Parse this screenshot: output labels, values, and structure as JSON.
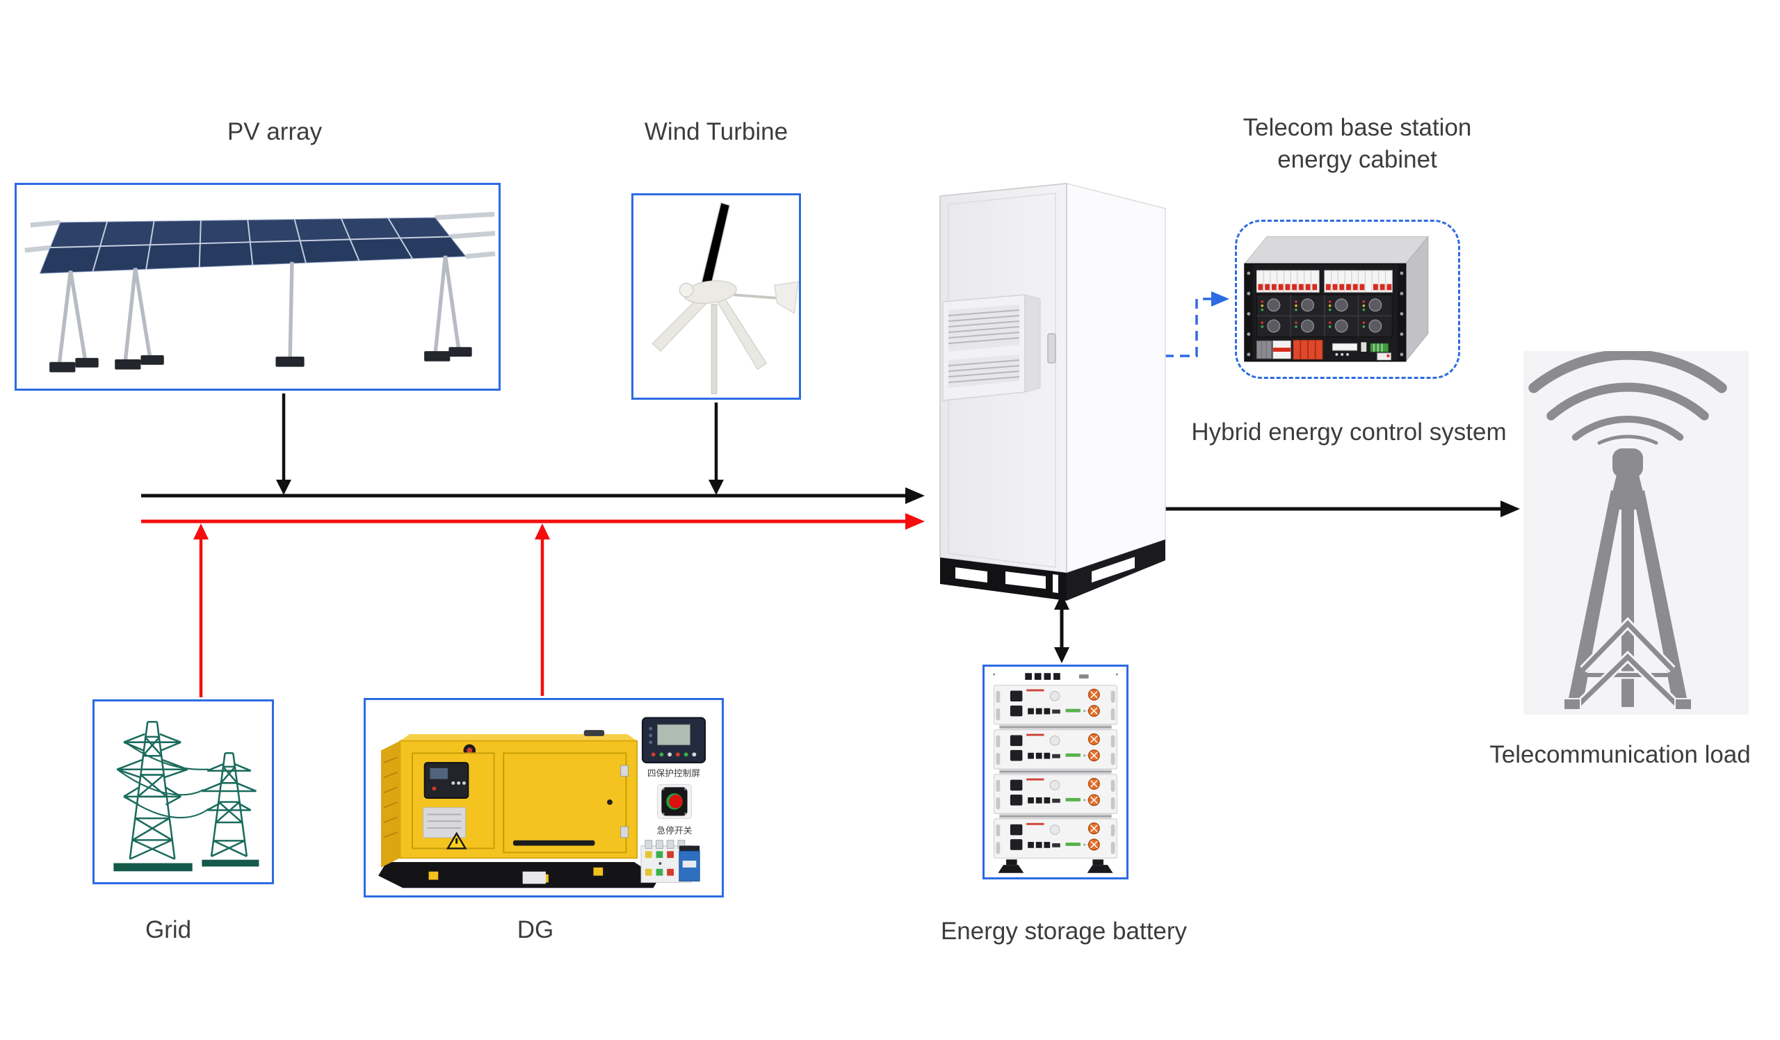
{
  "nodes": {
    "pv": {
      "label": "PV array"
    },
    "wind": {
      "label": "Wind Turbine"
    },
    "cabinet": {
      "label_line1": "Telecom base station",
      "label_line2": "energy cabinet"
    },
    "control": {
      "label": "Hybrid energy control system"
    },
    "grid": {
      "label": "Grid"
    },
    "dg": {
      "label": "DG",
      "controller_label": "四保护控制屏",
      "estop_label": "急停开关"
    },
    "battery": {
      "label": "Energy storage battery"
    },
    "load": {
      "label": "Telecommunication load"
    }
  },
  "connections": [
    {
      "from": "PV array",
      "to": "black bus line",
      "style": "black-arrow"
    },
    {
      "from": "Wind Turbine",
      "to": "black bus line",
      "style": "black-arrow"
    },
    {
      "from": "Grid",
      "to": "red bus line",
      "style": "red-arrow"
    },
    {
      "from": "DG",
      "to": "red bus line",
      "style": "red-arrow"
    },
    {
      "from": "black bus line",
      "to": "Telecom base station energy cabinet",
      "style": "black-arrow"
    },
    {
      "from": "red bus line",
      "to": "Telecom base station energy cabinet",
      "style": "red-arrow"
    },
    {
      "from": "Telecom base station energy cabinet",
      "to": "Hybrid energy control system",
      "style": "dashed-blue-arrow"
    },
    {
      "from": "Telecom base station energy cabinet",
      "to": "Energy storage battery",
      "style": "double-headed-black-arrow"
    },
    {
      "from": "Telecom base station energy cabinet",
      "to": "Telecommunication load",
      "style": "black-arrow"
    }
  ],
  "colors": {
    "accent_blue": "#2c6be2",
    "bus_black": "#101010",
    "bus_red": "#f50d0d",
    "label_text": "#3c3c3c",
    "grid_green": "#1a6b5c",
    "dg_yellow": "#f4c31f",
    "pv_panel_blue": "#2c3f68",
    "tower_gray": "#8b8b90"
  }
}
